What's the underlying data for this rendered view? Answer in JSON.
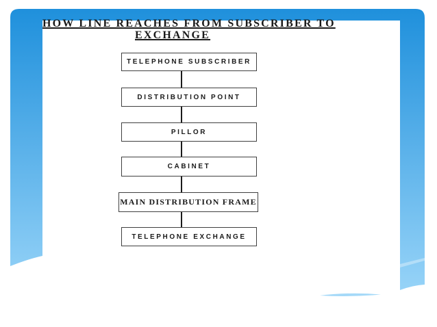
{
  "slide": {
    "title_line1": "HOW LINE REACHES FROM SUBSCRIBER TO",
    "title_line2": "EXCHANGE"
  },
  "flowchart": {
    "nodes": [
      {
        "label": "TELEPHONE SUBSCRIBER"
      },
      {
        "label": "DISTRIBUTION POINT"
      },
      {
        "label": "PILLOR"
      },
      {
        "label": "CABINET"
      },
      {
        "label": "MAIN DISTRIBUTION FRAME"
      },
      {
        "label": "TELEPHONE EXCHANGE"
      }
    ]
  },
  "colors": {
    "frame_gradient_top": "#1f90dc",
    "frame_gradient_bottom": "#98d4f8",
    "swoosh": "#a5d9f8",
    "box_border": "#3f3f3f",
    "box_fill": "#ffffff",
    "text": "#1a1a1a"
  }
}
